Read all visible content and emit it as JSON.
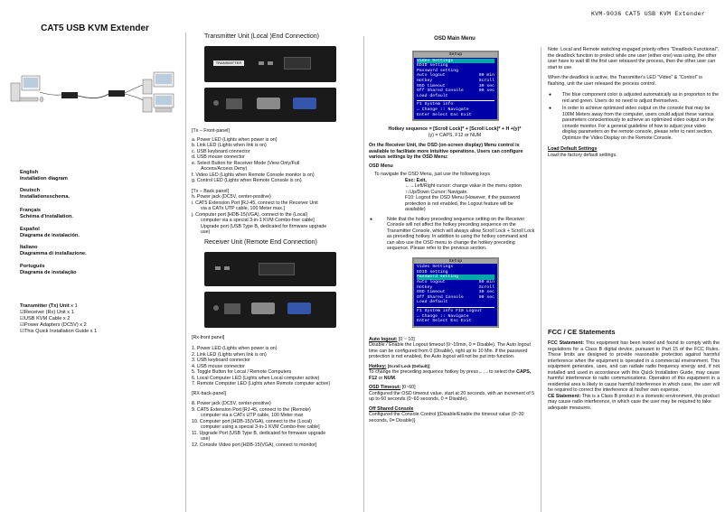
{
  "header": {
    "right": "KVM-9036 CAT5  USB KVM  Extender"
  },
  "col1": {
    "title": "CAT5 USB KVM Extender",
    "languages": [
      {
        "lang": "English",
        "label": "Installation diagram"
      },
      {
        "lang": "Deutsch",
        "label": "Installationsschema."
      },
      {
        "lang": "Français",
        "label": "Schéma d'installation."
      },
      {
        "lang": "Español",
        "label": "Diagrama de instalación."
      },
      {
        "lang": "Italiano",
        "label": "Diagramma di installazione."
      },
      {
        "lang": "Português",
        "label": "Diagrama de instalação"
      }
    ],
    "package": {
      "title": "Transmitter (Tx) Unit",
      "title_qty": " x 1",
      "items": [
        "☑Receiver (Rx) Unit x 1",
        "☑USB KVM Cable x 2",
        "☑Power Adapters (DC5V) x 2",
        "☑This Quick Installation Guide x 1"
      ]
    }
  },
  "col2": {
    "tx_title": "Transmitter Unit (Local )End Connection)",
    "tx_front_label": "TRANSMITTER",
    "tx_front_head": "[Tx – Front-panel]",
    "tx_front_items": [
      "a. Power LED (Lights when power is on)",
      "b. Link LED (Lights when link is on)",
      "c. USB keyboard connector",
      "d. USB mouse connector",
      "e. Select Button for Receiver Mode (View Only/Full",
      "Access/Access Deny)",
      "f.    Video LED (Lights when Remote Console monitor is on)",
      "g. Control LED (Lights when Remote Console is on)"
    ],
    "tx_back_head": "[Tx – Back panel]",
    "tx_back_items": [
      "h.  Power jack (DC5V, center-positive)",
      "i.    CAT5 Extension Port [RJ-45, connect to the Receiver Unit",
      "via a CATx UTP cable, 100 Meter max.]",
      "j.    Computer port [HDB-15(VGA), connect to the (Local)",
      "computer via a special 3-in-1 KVM Combo-free cable]",
      "Upgrade port (USB Type B, dedicated for firmware upgrade",
      "use)"
    ],
    "rx_title": "Receiver Unit (Remote End Connection)",
    "rx_front_head": "[Rx-front panel]",
    "rx_front_items": [
      "1. Power LED (Lights when power is on)",
      "2. Link LED (Lights when link is on)",
      "3. USB keyboard connector",
      "4. USB mouse connector",
      "5. Toggle Button for Local / Remote Computers",
      "6. Local Computer LED (Lights when Local computer active)",
      "7.    Remote Computer LED (Lights when Remote computer active)"
    ],
    "rx_back_head": "[RX-back-panel]",
    "rx_back_items": [
      "8. Power jack (DC5V, center-positive)",
      "9.   CAT5 Extension Port [RJ-45, connect to the (Remote)",
      "computer via a CATx UTP cable, 100 Meter max",
      "10. Computer port [HDB-15(VGA), connect to the (Local)",
      "computer using a special 3-in-1 KVM Combo-free cable]",
      "11. Upgrade Port (USB Type B, dedicated for firmware upgrade",
      "use)",
      "12. Console Video port [HDB-15(VGA), connect to monitor]"
    ]
  },
  "col3": {
    "title": "OSD Main Menu",
    "osd": {
      "head": "Setup",
      "rows": [
        {
          "k": "Video Settings",
          "v": ""
        },
        {
          "k": "EDID setting",
          "v": ""
        },
        {
          "k": "Password setting",
          "v": ""
        },
        {
          "k": "Auto logout",
          "v": "00 min"
        },
        {
          "k": "Hotkey",
          "v": "Scroll"
        },
        {
          "k": "OSD timeout",
          "v": "30 sec"
        },
        {
          "k": "Off Shared Console",
          "v": "00 sec"
        },
        {
          "k": "Load default",
          "v": ""
        }
      ],
      "footer1": "F1  System info",
      "footer2": "↔    Change      ↕↕  Navigate",
      "footer3": "Enter Select    Esc   Exit"
    },
    "hotkey_seq": "Hotkey sequence = [Scroll Lock]* + [Scroll Lock]* + H +(y)*",
    "hotkey_sub": "(y) = CAPS, F12 or NUM",
    "osd_intro": "On the Receiver Unit, the OSD (on-screen display) Menu control is available to facilitate more intuitive operations. Users can configure various settings by the OSD Menu:",
    "osd_menu_head": "OSD Menu",
    "osd_navigate": "To navigate the OSD Menu, just use the following keys",
    "keys": [
      "Esc: Exit,",
      "←→Left/Right cursor: change value in the menu option",
      "↑↓Up/Down Cursor: Navigate.",
      "F10: Logout the OSD Menu (However, if the password",
      "protection is not enabled, the Logout feature will be",
      "available)"
    ],
    "note": "Note that the hotkey preceding sequence setting on the Receiver Console will not affect the hotkey preceding sequence on the Transmitter Console, which will always allow Scroll Lock + Scroll Lock as preceding hotkey. In addition to using the hotkey command and can also use the OSD menu to change the hotkey preceding sequence. Please refer to the previous section.",
    "osd2": {
      "head": "Setup",
      "rows": [
        {
          "k": "Video Settings",
          "v": ""
        },
        {
          "k": "EDID setting",
          "v": ""
        },
        {
          "k": "Password setting",
          "v": ""
        },
        {
          "k": "Auto logout",
          "v": "00 min"
        },
        {
          "k": "Hotkey",
          "v": "Scroll"
        },
        {
          "k": "OSD timeout",
          "v": "30 sec"
        },
        {
          "k": "Off Shared Console",
          "v": "00 sec"
        },
        {
          "k": "Load default",
          "v": ""
        }
      ],
      "footer1": "F1  System info  F10  Logout",
      "footer2": "↔    Change      ↕↕  Navigate",
      "footer3": "Enter Select    Esc   Exit"
    },
    "auto_logout_h": "Auto logout:",
    "auto_logout_r": " [0 ~ 10]",
    "auto_logout_t": "Disable / Enable the Logout timeout (0~10min, 0 = Disable). The Auto logout time can be configured from 0 (Disable), right up to 10 Min. If the password protection is not enabled, the Auto logout will not be put into function.",
    "hotkey_h": "Hotkey:",
    "hotkey_r": " [Scroll Lock (Default)]",
    "hotkey_t1": "To change the preceding sequence hotkey by press←,→to select the ",
    "hotkey_t2": "CAPS, F12",
    "hotkey_t3": " or ",
    "hotkey_t4": "NUM",
    "hotkey_t5": ".",
    "osd_timeout_h": "OSD Timeout:",
    "osd_timeout_r": " [0~60]",
    "osd_timeout_t": "Configured the OSD timeout value, start at 20 seconds, with an increment of 5 up to 60 seconds (0~60 seconds, 0 = Disable).",
    "off_shared_h": "Off Shared Console",
    "off_shared_t": "Configured the Console Control [(Disable/Enable the timeout value (0~30 seconds, 0= Disable)]"
  },
  "col4": {
    "note1": "Note: Local and Remote switching engaged priority offers \"Deadlock Functional\", the deadlock function to protect while one user (either one) was using, the other user have to wait till the first user released the process, then the other user can start to use.",
    "note2": "When the deadlock is active, the Transmitter's LED \"Video\" & \"Control\" is flashing, unit the user released the process control.",
    "bullets": [
      "The blue component color is adjusted automatically as in proportion to the red and green. Users do no need to adjust themselves.",
      "In order to achieve optimized video output on the console that may be 100M Meters away from the computer, users could adjust these various parameters conscientiously to achieve an optimized video output on the console monitor. For a general guideline of how to adjust your video display parameters on the remote console, please refer to next section, Optimize the Video Display on the Remote Console."
    ],
    "load_default_h": "Load Default Settings",
    "load_default_t": "Load the factory default settings.",
    "fcc_title": "FCC / CE Statements",
    "fcc_h": "FCC Statement:",
    "fcc_t": " This equipment has been tested and found to comply with the regulations for a Class B digital device, pursuant to Part 15 of the FCC Rules. These limits are designed to provide reasonable protection against harmful interference when the equipment is operated in a commercial environment. This equipment generates, uses, and can radiate radio frequency energy and, if not installed and used in accordance with this Quick Installation Guide, may cause harmful interference to radio communications. Operation of this equipment in a residential area is likely to cause harmful interference in which case, the user will be required to correct the interference at his/her own expense.",
    "ce_h": "CE Statement:",
    "ce_t": " This is a Class B product in a domestic environment, this product may cause radio interference, in which case the user may be required to take adequate measures."
  }
}
